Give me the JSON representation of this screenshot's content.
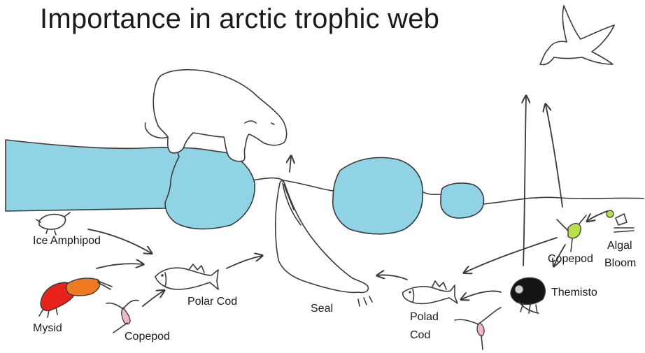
{
  "title": "Importance in arctic trophic web",
  "colors": {
    "ice": "#8fd3e4",
    "mysid_red": "#e8221b",
    "mysid_orange": "#f07a22",
    "copepod_pink": "#f2b7c8",
    "copepod_green": "#b7e04a",
    "themisto_black": "#141414"
  },
  "labels": {
    "ice_amphipod": "Ice Amphipod",
    "mysid": "Mysid",
    "copepod_left": "Copepod",
    "polar_cod": "Polar Cod",
    "seal": "Seal",
    "polad": "Polad",
    "cod": "Cod",
    "copepod_right": "Copepod",
    "themisto": "Themisto",
    "algal": "Algal",
    "bloom": "Bloom"
  }
}
